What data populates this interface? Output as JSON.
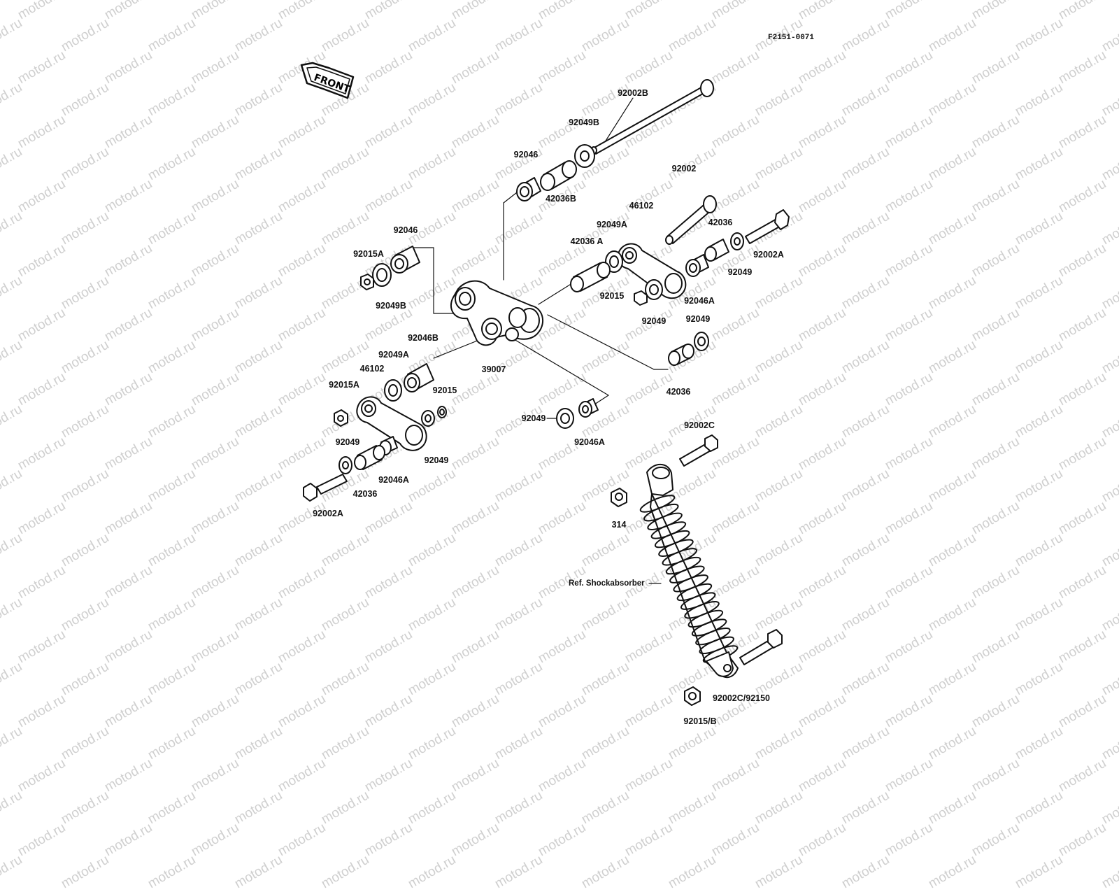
{
  "diagram": {
    "code": "F2151-0071",
    "front_label": "FRONT",
    "watermark": "motod.ru",
    "ref_label": "Ref. Shockabsorber",
    "labels": {
      "p92002B": "92002B",
      "p92049B_top": "92049B",
      "p92046_top": "92046",
      "p42036B": "42036B",
      "p92046_left": "92046",
      "p92015A_top": "92015A",
      "p92049B_left": "92049B",
      "p92002": "92002",
      "p46102_right": "46102",
      "p92049A_right": "92049A",
      "p42036A": "42036 A",
      "p42036_right": "42036",
      "p92002A_right": "92002A",
      "p92049_right": "92049",
      "p92046A_right": "92046A",
      "p92015_mid": "92015",
      "p92049_mid": "92049",
      "p92049_right2": "92049",
      "p42036_mid": "42036",
      "p39007": "39007",
      "p92046B": "92046B",
      "p92049A_left": "92049A",
      "p46102_left": "46102",
      "p92015A_left": "92015A",
      "p92015_left": "92015",
      "p92049_low1": "92049",
      "p92049_low2": "92049",
      "p92049_bottom": "92049",
      "p92046A_bottom": "92046A",
      "p92046A_left": "92046A",
      "p42036_left": "42036",
      "p92002A_left": "92002A",
      "p92002C": "92002C",
      "p314": "314",
      "p92002C_92150": "92002C/92150",
      "p92015B": "92015/B"
    }
  }
}
